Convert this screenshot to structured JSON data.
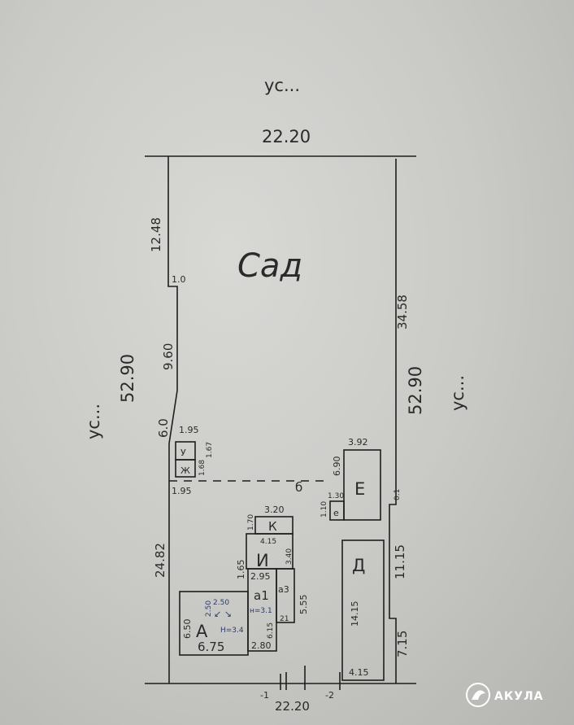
{
  "plan": {
    "neighbor_top": "ус...",
    "neighbor_left": "ус...",
    "neighbor_right": "ус...",
    "top_width": "22.20",
    "bottom_width": "22.20",
    "left_upper": "12.48",
    "left_jog": "1.0",
    "left_mid": "9.60",
    "left_total": "52.90",
    "left_lower_a": "6.0",
    "left_lower_b": "24.82",
    "right_upper": "34.58",
    "right_total": "52.90",
    "right_jog": "0.1",
    "right_mid": "11.15",
    "right_lower": "7.15",
    "garden_label": "Сад",
    "yard_label": "б",
    "bottom_mark_1": "-1",
    "bottom_mark_2": "-2"
  },
  "buildings": {
    "u": {
      "label": "У",
      "width": "1.95",
      "height": "1.68"
    },
    "zh": {
      "label": "Ж",
      "height": "1.67",
      "bottom_width": "1.95"
    },
    "k": {
      "label": "К",
      "width": "3.20",
      "height": "1.70"
    },
    "i": {
      "label": "И",
      "width": "4.15",
      "height": "3.40"
    },
    "a1": {
      "label": "а1",
      "width_top": "2.95",
      "width_bottom": "2.80",
      "height": "6.15",
      "side": "1.65",
      "note": "н=3.1"
    },
    "a3": {
      "label": "а3",
      "height": "5.55",
      "note": "21"
    },
    "a": {
      "label": "А",
      "width": "6.75",
      "height": "6.50",
      "inner_w": "2.50",
      "inner_h": "2.50",
      "arrows": "↙ ↘",
      "note": "Н=3.4"
    },
    "e_big": {
      "label": "Е",
      "width": "3.92",
      "height": "6.90"
    },
    "e_small": {
      "label": "е",
      "width": "1.30",
      "height": "1.10"
    },
    "d": {
      "label": "Д",
      "height": "14.15",
      "width": "4.15"
    }
  },
  "watermark": {
    "brand": "АКУЛА"
  }
}
